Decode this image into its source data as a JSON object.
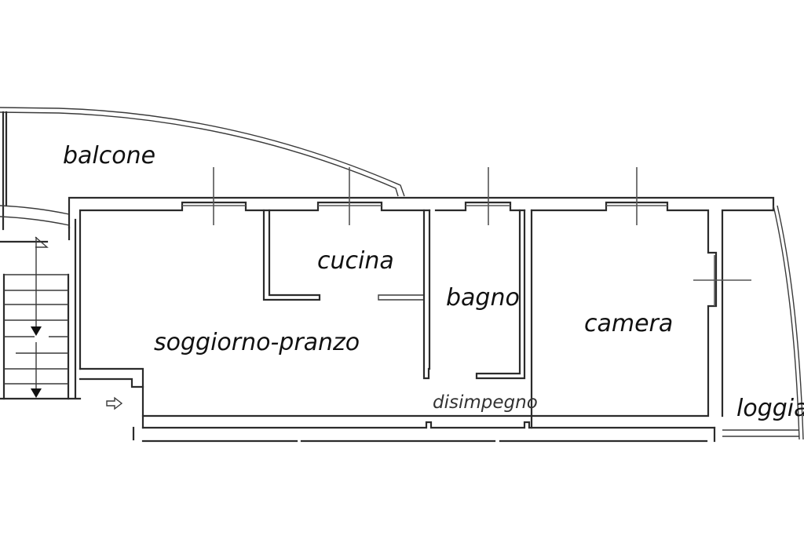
{
  "plan": {
    "rooms": [
      {
        "id": "balcone",
        "label": "balcone"
      },
      {
        "id": "cucina",
        "label": "cucina"
      },
      {
        "id": "bagno",
        "label": "bagno"
      },
      {
        "id": "soggiorno-pranzo",
        "label": "soggiorno-pranzo"
      },
      {
        "id": "camera",
        "label": "camera"
      },
      {
        "id": "disimpegno",
        "label": "disimpegno"
      },
      {
        "id": "loggia",
        "label": "loggia"
      }
    ],
    "symbols": {
      "stair_arrow": "arrow-down-icon",
      "entrance": "entrance-arrow-icon",
      "window": "window-crosshair-icon"
    },
    "colors": {
      "wall": "#2b2b2b",
      "background": "#ffffff",
      "text": "#111111"
    }
  }
}
